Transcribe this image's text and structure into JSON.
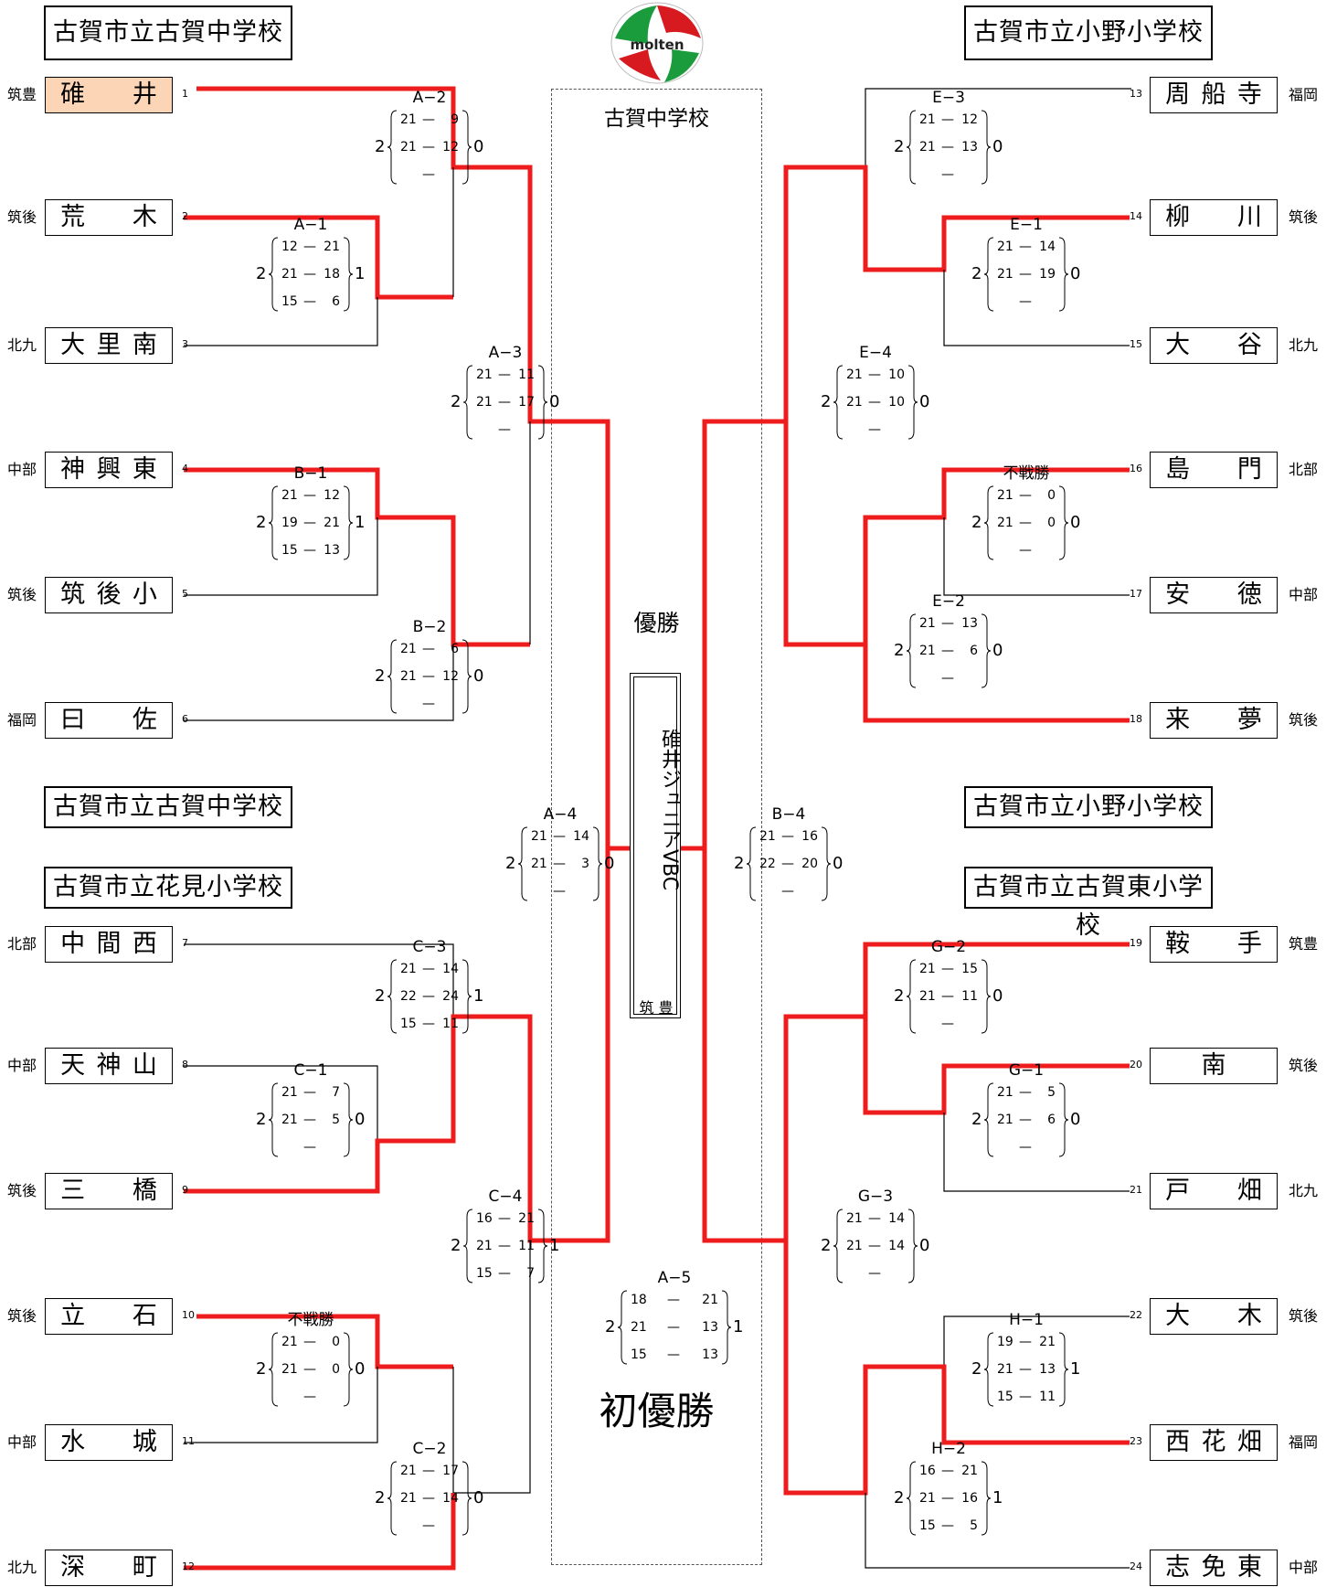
{
  "venues": {
    "top_left": "古賀市立古賀中学校",
    "top_right": "古賀市立小野小学校",
    "mid_left_1": "古賀市立古賀中学校",
    "mid_left_2": "古賀市立花見小学校",
    "mid_right_1": "古賀市立小野小学校",
    "mid_right_2": "古賀市立古賀東小学校",
    "center": "古賀中学校"
  },
  "ball_logo": "molten",
  "center": {
    "winner_heading": "優勝",
    "champion": "碓井ジュニアVBC",
    "champion_region": "筑 豊",
    "first_win": "初優勝"
  },
  "teams": [
    {
      "seed": "1",
      "name": "碓　井",
      "region": "筑豊",
      "highlight": true
    },
    {
      "seed": "2",
      "name": "荒　木",
      "region": "筑後"
    },
    {
      "seed": "3",
      "name": "大里南",
      "region": "北九"
    },
    {
      "seed": "4",
      "name": "神興東",
      "region": "中部"
    },
    {
      "seed": "5",
      "name": "筑後小",
      "region": "筑後"
    },
    {
      "seed": "6",
      "name": "曰　佐",
      "region": "福岡"
    },
    {
      "seed": "7",
      "name": "中間西",
      "region": "北部"
    },
    {
      "seed": "8",
      "name": "天神山",
      "region": "中部"
    },
    {
      "seed": "9",
      "name": "三　橋",
      "region": "筑後"
    },
    {
      "seed": "10",
      "name": "立　石",
      "region": "筑後"
    },
    {
      "seed": "11",
      "name": "水　城",
      "region": "中部"
    },
    {
      "seed": "12",
      "name": "深　町",
      "region": "北九"
    },
    {
      "seed": "13",
      "name": "周船寺",
      "region": "福岡"
    },
    {
      "seed": "14",
      "name": "柳　川",
      "region": "筑後"
    },
    {
      "seed": "15",
      "name": "大　谷",
      "region": "北九"
    },
    {
      "seed": "16",
      "name": "島　門",
      "region": "北部"
    },
    {
      "seed": "17",
      "name": "安　徳",
      "region": "中部"
    },
    {
      "seed": "18",
      "name": "来　夢",
      "region": "筑後"
    },
    {
      "seed": "19",
      "name": "鞍　手",
      "region": "筑豊"
    },
    {
      "seed": "20",
      "name": "南",
      "region": "筑後"
    },
    {
      "seed": "21",
      "name": "戸　畑",
      "region": "北九"
    },
    {
      "seed": "22",
      "name": "大　木",
      "region": "筑後"
    },
    {
      "seed": "23",
      "name": "西花畑",
      "region": "福岡"
    },
    {
      "seed": "24",
      "name": "志免東",
      "region": "中部"
    }
  ],
  "matches": [
    {
      "id": "A-2",
      "label": "A−2",
      "left_sets": "2",
      "right_sets": "0",
      "sets": [
        [
          "21",
          "9"
        ],
        [
          "21",
          "12"
        ],
        [
          "",
          ""
        ]
      ]
    },
    {
      "id": "A-1",
      "label": "A−1",
      "left_sets": "2",
      "right_sets": "1",
      "sets": [
        [
          "12",
          "21"
        ],
        [
          "21",
          "18"
        ],
        [
          "15",
          "6"
        ]
      ]
    },
    {
      "id": "A-3",
      "label": "A−3",
      "left_sets": "2",
      "right_sets": "0",
      "sets": [
        [
          "21",
          "11"
        ],
        [
          "21",
          "17"
        ],
        [
          "",
          ""
        ]
      ]
    },
    {
      "id": "B-1",
      "label": "B−1",
      "left_sets": "2",
      "right_sets": "1",
      "sets": [
        [
          "21",
          "12"
        ],
        [
          "19",
          "21"
        ],
        [
          "15",
          "13"
        ]
      ]
    },
    {
      "id": "B-2",
      "label": "B−2",
      "left_sets": "2",
      "right_sets": "0",
      "sets": [
        [
          "21",
          "6"
        ],
        [
          "21",
          "12"
        ],
        [
          "",
          ""
        ]
      ]
    },
    {
      "id": "A-4",
      "label": "A−4",
      "left_sets": "2",
      "right_sets": "0",
      "sets": [
        [
          "21",
          "14"
        ],
        [
          "21",
          "3"
        ],
        [
          "",
          ""
        ]
      ]
    },
    {
      "id": "C-3",
      "label": "C−3",
      "left_sets": "2",
      "right_sets": "1",
      "sets": [
        [
          "21",
          "14"
        ],
        [
          "22",
          "24"
        ],
        [
          "15",
          "11"
        ]
      ]
    },
    {
      "id": "C-1",
      "label": "C−1",
      "left_sets": "2",
      "right_sets": "0",
      "sets": [
        [
          "21",
          "7"
        ],
        [
          "21",
          "5"
        ],
        [
          "",
          ""
        ]
      ]
    },
    {
      "id": "C-4",
      "label": "C−4",
      "left_sets": "2",
      "right_sets": "1",
      "sets": [
        [
          "16",
          "21"
        ],
        [
          "21",
          "11"
        ],
        [
          "15",
          "7"
        ]
      ]
    },
    {
      "id": "C-fb",
      "label": "不戦勝",
      "left_sets": "2",
      "right_sets": "0",
      "sets": [
        [
          "21",
          "0"
        ],
        [
          "21",
          "0"
        ],
        [
          "",
          ""
        ]
      ]
    },
    {
      "id": "C-2",
      "label": "C−2",
      "left_sets": "2",
      "right_sets": "0",
      "sets": [
        [
          "21",
          "17"
        ],
        [
          "21",
          "14"
        ],
        [
          "",
          ""
        ]
      ]
    },
    {
      "id": "E-3",
      "label": "E−3",
      "left_sets": "2",
      "right_sets": "0",
      "sets": [
        [
          "21",
          "12"
        ],
        [
          "21",
          "13"
        ],
        [
          "",
          ""
        ]
      ]
    },
    {
      "id": "E-1",
      "label": "E−1",
      "left_sets": "2",
      "right_sets": "0",
      "sets": [
        [
          "21",
          "14"
        ],
        [
          "21",
          "19"
        ],
        [
          "",
          ""
        ]
      ]
    },
    {
      "id": "E-4",
      "label": "E−4",
      "left_sets": "2",
      "right_sets": "0",
      "sets": [
        [
          "21",
          "10"
        ],
        [
          "21",
          "10"
        ],
        [
          "",
          ""
        ]
      ]
    },
    {
      "id": "E-fb",
      "label": "不戦勝",
      "left_sets": "2",
      "right_sets": "0",
      "sets": [
        [
          "21",
          "0"
        ],
        [
          "21",
          "0"
        ],
        [
          "",
          ""
        ]
      ]
    },
    {
      "id": "E-2",
      "label": "E−2",
      "left_sets": "2",
      "right_sets": "0",
      "sets": [
        [
          "21",
          "13"
        ],
        [
          "21",
          "6"
        ],
        [
          "",
          ""
        ]
      ]
    },
    {
      "id": "B-4",
      "label": "B−4",
      "left_sets": "2",
      "right_sets": "0",
      "sets": [
        [
          "21",
          "16"
        ],
        [
          "22",
          "20"
        ],
        [
          "",
          ""
        ]
      ]
    },
    {
      "id": "G-2",
      "label": "G−2",
      "left_sets": "2",
      "right_sets": "0",
      "sets": [
        [
          "21",
          "15"
        ],
        [
          "21",
          "11"
        ],
        [
          "",
          ""
        ]
      ]
    },
    {
      "id": "G-1",
      "label": "G−1",
      "left_sets": "2",
      "right_sets": "0",
      "sets": [
        [
          "21",
          "5"
        ],
        [
          "21",
          "6"
        ],
        [
          "",
          ""
        ]
      ]
    },
    {
      "id": "G-3",
      "label": "G−3",
      "left_sets": "2",
      "right_sets": "0",
      "sets": [
        [
          "21",
          "14"
        ],
        [
          "21",
          "14"
        ],
        [
          "",
          ""
        ]
      ]
    },
    {
      "id": "H-1",
      "label": "H−1",
      "left_sets": "2",
      "right_sets": "1",
      "sets": [
        [
          "19",
          "21"
        ],
        [
          "21",
          "13"
        ],
        [
          "15",
          "11"
        ]
      ]
    },
    {
      "id": "H-2",
      "label": "H−2",
      "left_sets": "2",
      "right_sets": "1",
      "sets": [
        [
          "16",
          "21"
        ],
        [
          "21",
          "16"
        ],
        [
          "15",
          "5"
        ]
      ]
    },
    {
      "id": "A-5",
      "label": "A−5",
      "left_sets": "2",
      "right_sets": "1",
      "sets": [
        [
          "18",
          "21"
        ],
        [
          "21",
          "13"
        ],
        [
          "15",
          "13"
        ]
      ]
    }
  ],
  "colors": {
    "winner_line": "#ee1c1c",
    "line": "#000000",
    "highlight": "#fbd5b5",
    "ball_green": "#1a9b3c",
    "ball_red": "#d71920"
  }
}
